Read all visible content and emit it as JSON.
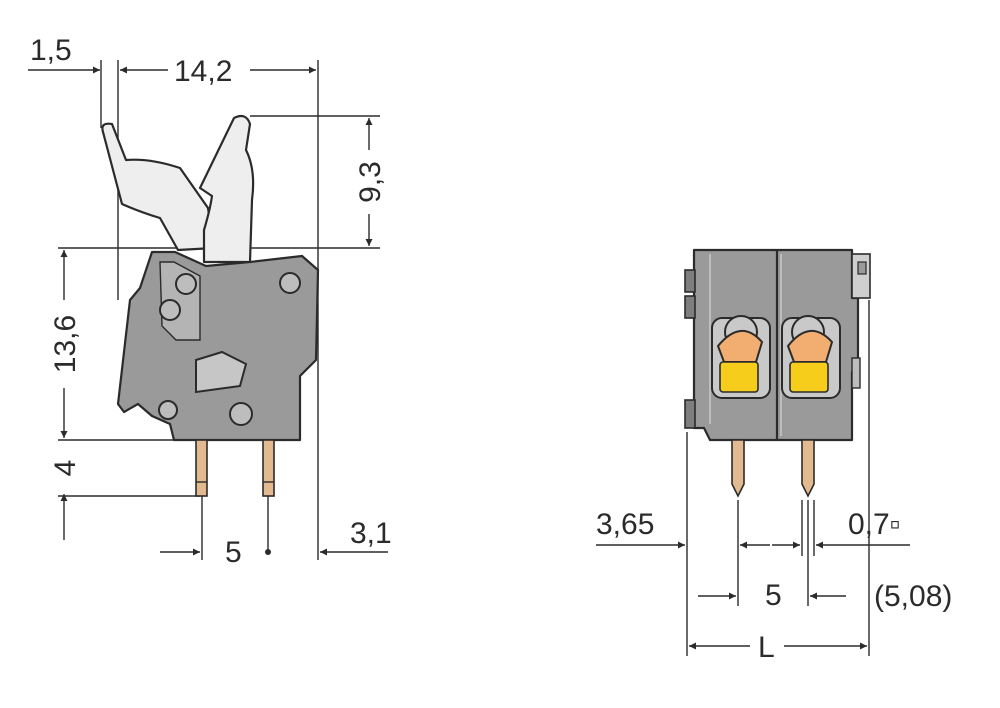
{
  "colors": {
    "housing": "#9a9a9a",
    "housing_dark": "#7e7e7e",
    "lever": "#eeeeee",
    "pin": "#e3b98f",
    "button_orange": "#f2ad70",
    "button_yellow": "#f5cd1a",
    "line": "#2b2b2b"
  },
  "dimensions": {
    "d_1_5": "1,5",
    "d_14_2": "14,2",
    "d_9_3": "9,3",
    "d_13_6": "13,6",
    "d_4": "4",
    "d_5_side": "5",
    "d_3_1": "3,1",
    "d_3_65": "3,65",
    "d_0_7": "0,7▫",
    "d_5_front": "5",
    "d_5_08": "(5,08)",
    "d_L": "L"
  }
}
